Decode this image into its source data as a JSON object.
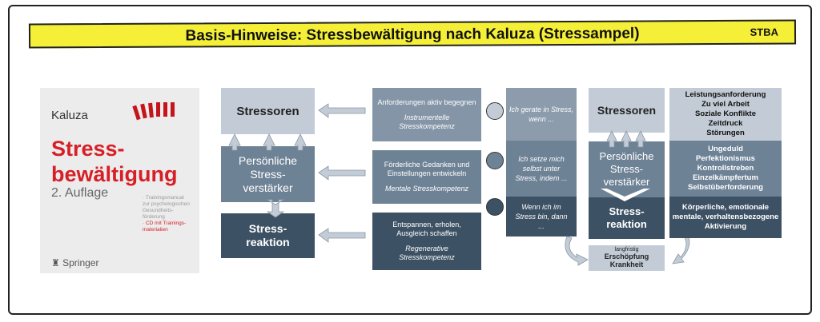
{
  "banner": {
    "title": "Basis-Hinweise: Stressbewältigung nach Kaluza (Stressampel)",
    "tag": "STBA"
  },
  "book": {
    "author": "Kaluza",
    "title_line1": "Stress-",
    "title_line2": "bewältigung",
    "edition": "2. Auflage",
    "notes": [
      "· Trainingsmanual",
      "zur psychologischen",
      "Gesundheits-",
      "förderung"
    ],
    "notes_red": [
      "· CD mit Trainings-",
      "materialien"
    ],
    "publisher": "Springer"
  },
  "left": {
    "stressoren": "Stressoren",
    "verstaerker": "Persönliche Stress-verstärker",
    "reaktion": "Stress-reaktion"
  },
  "strategies": [
    {
      "text": "Anforderungen aktiv begegnen",
      "competence": "Instrumentelle Stresskompetenz"
    },
    {
      "text": "Förderliche Gedanken und Einstellungen entwickeln",
      "competence": "Mentale Stresskompetenz"
    },
    {
      "text": "Entspannen, erholen, Ausgleich schaffen",
      "competence": "Regenerative Stresskompetenz"
    }
  ],
  "middle_column": [
    "Ich gerate in Stress, wenn ...",
    "Ich setze mich selbst unter Stress, indem ...",
    "Wenn ich im Stress bin, dann ..."
  ],
  "right": {
    "stressoren": "Stressoren",
    "verstaerker": "Persönliche Stress-verstärker",
    "reaktion": "Stress-reaktion",
    "longterm_label": "langfristig",
    "longterm_value": "Erschöpfung Krankheit"
  },
  "lists": {
    "stressoren": [
      "Leistungsanforderung",
      "Zu viel Arbeit",
      "Soziale Konflikte",
      "Zeitdruck",
      "Störungen"
    ],
    "verstaerker": [
      "Ungeduld",
      "Perfektionismus",
      "Kontrollstreben",
      "Einzelkämpfertum",
      "Selbstüberforderung"
    ],
    "reaktion": [
      "Körperliche, emotionale",
      "mentale, verhaltensbezogene",
      "Aktivierung"
    ]
  },
  "colors": {
    "light": "#c3ccd6",
    "mid": "#6e8296",
    "dark": "#3d5164",
    "banner": "#f5f037",
    "accent_red": "#d61f26"
  }
}
